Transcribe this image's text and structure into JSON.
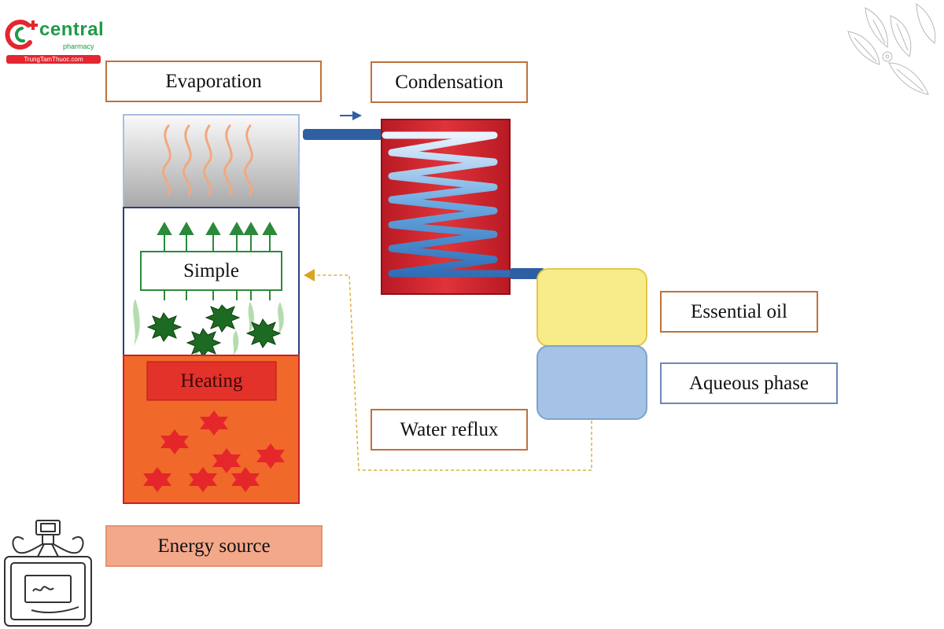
{
  "logo": {
    "brand": "central",
    "sub": "pharmacy",
    "site": "TrungTamThuoc.com"
  },
  "labels": {
    "evaporation": "Evaporation",
    "condensation": "Condensation",
    "simple": "Simple",
    "heating": "Heating",
    "essential_oil": "Essential oil",
    "aqueous_phase": "Aqueous phase",
    "water_reflux": "Water reflux",
    "energy_source": "Energy source"
  },
  "colors": {
    "brand_red": "#e3262f",
    "brand_green": "#1e9b48",
    "label_border": "#c0713a",
    "heating_orange": "#f0682a",
    "condenser_red": "#c8202a",
    "oil_yellow": "#f8ec8a",
    "aqueous_blue": "#a4c3e6",
    "pipe_blue": "#2f5fa3",
    "reflux_dash": "#e0b040"
  }
}
